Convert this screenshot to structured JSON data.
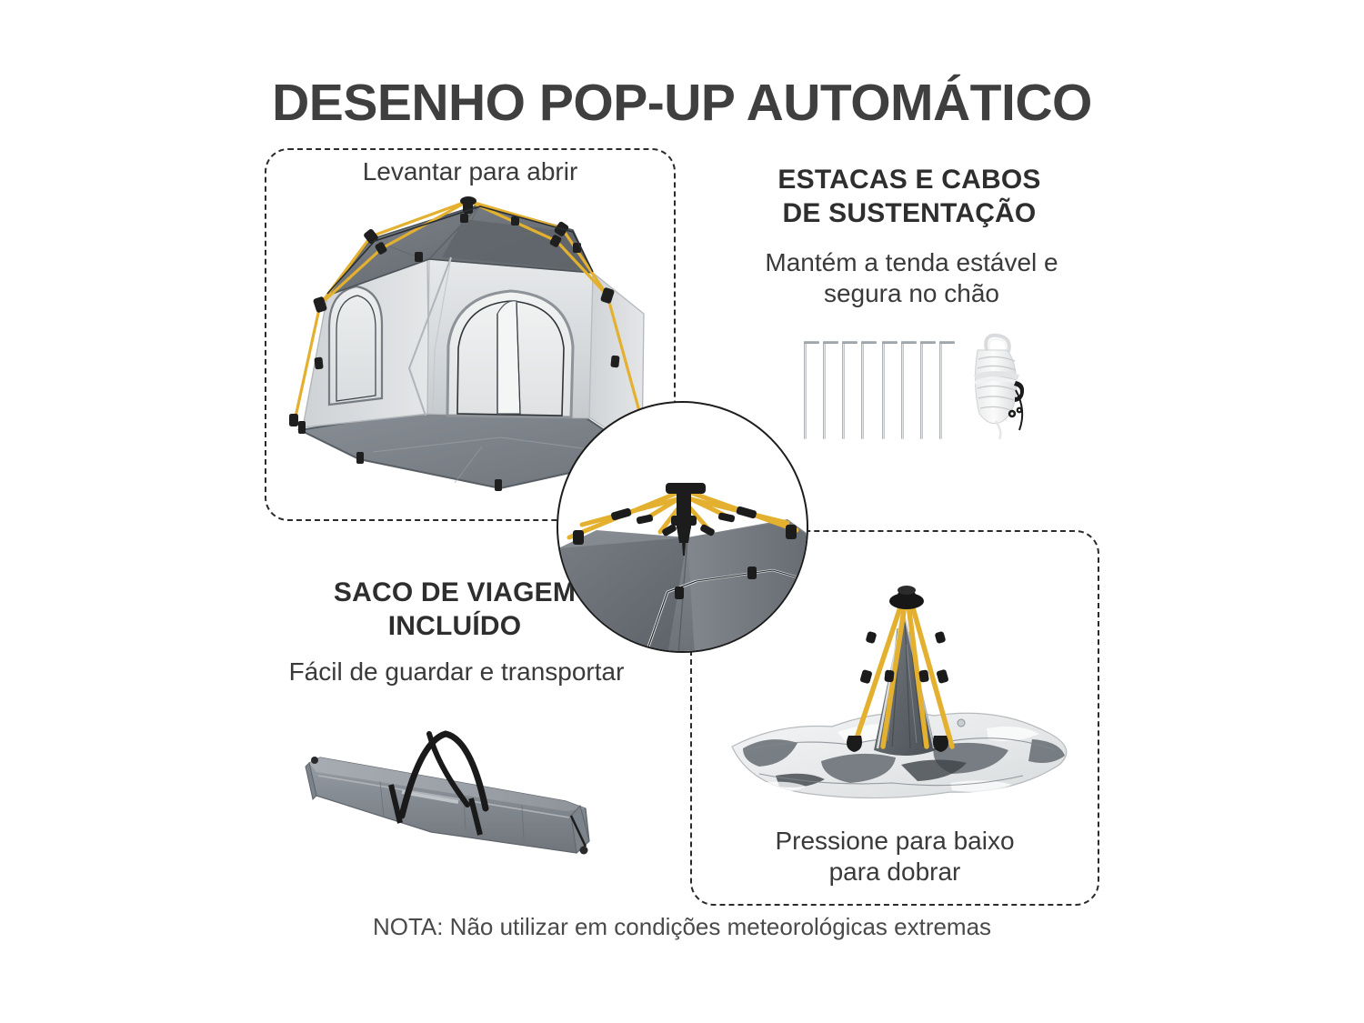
{
  "page": {
    "title": "DESENHO POP-UP AUTOMÁTICO",
    "note": "NOTA: Não utilizar em condições meteorológicas extremas",
    "background_color": "#ffffff",
    "title_color": "#3f3f3f",
    "dashed_border_color": "#2b2b2b"
  },
  "sections": {
    "open": {
      "caption": "Levantar para abrir",
      "image_name": "open-pop-up-tent"
    },
    "stakes": {
      "title_line1": "ESTACAS E CABOS",
      "title_line2": "DE SUSTENTAÇÃO",
      "subtitle_line1": "Mantém a tenda estável e",
      "subtitle_line2": "segura no chão",
      "stake_count": 8,
      "rope_included": "sim"
    },
    "hub_zoom": {
      "image_name": "pop-up-hub-mechanism-closeup",
      "pole_color": "#e8b931",
      "fabric_color": "#6e747a"
    },
    "bag": {
      "title_line1": "SACO DE VIAGEM",
      "title_line2": "INCLUÍDO",
      "subtitle": "Fácil de guardar e transportar",
      "image_name": "tent-carry-bag"
    },
    "fold": {
      "caption_line1": "Pressione para baixo",
      "caption_line2": "para dobrar",
      "image_name": "collapsing-tent"
    }
  },
  "palette": {
    "tent_roof_dark": "#6b7075",
    "tent_wall_light": "#d8dade",
    "tent_floor": "#7d838a",
    "pole_yellow": "#e3b02f",
    "pole_black": "#232323",
    "bag_gray": "#8a9096",
    "strap_black": "#1c1c1c",
    "stake_silver": "#b7bec4",
    "text_dark": "#333333"
  }
}
